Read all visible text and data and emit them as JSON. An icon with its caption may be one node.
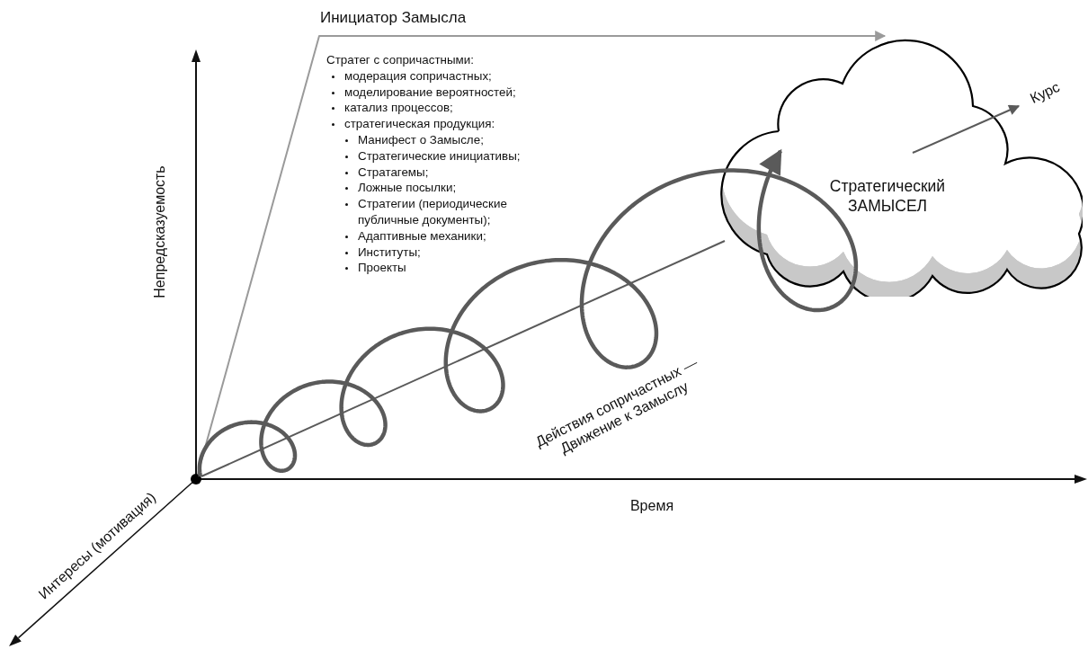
{
  "diagram": {
    "nodes": [
      {
        "text": [],
        "shape": "circle"
      },
      {
        "text": [
          "Стратегический ЗАМЫСЕЛ"
        ]
      }
    ],
    "edges": [
      {
        "from": 0,
        "to": 1,
        "arrow": "to",
        "label": "Инициатор Замысла",
        "color": "#9a9a9a"
      },
      {
        "from": 0,
        "to": 1,
        "arrow": "to",
        "style": "thick"
      },
      {
        "from": 0,
        "to": 1,
        "arrow": "none"
      },
      {
        "from": 1,
        "to": null,
        "arrow": "to",
        "label": "Курс"
      }
    ],
    "labels": [
      "Стратег с сопричастными:",
      "модерация сопричастных;",
      "моделирование вероятностей;",
      "катализ процессов;",
      "стратегическая продукция:",
      "Манифест о Замысле;",
      "Стратегические инициативы;",
      "Стратагемы;",
      "Ложные посылки;",
      "Стратегии (периодические публичные документы);",
      "Адаптивные механики;",
      "Институты;",
      "Проекты",
      "Непредсказуемость",
      "Действия сопричастных — Движение к Замыслу",
      "Время",
      "Интересы (мотивация)"
    ]
  }
}
